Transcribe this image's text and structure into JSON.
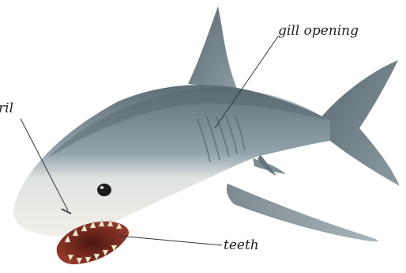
{
  "labels": {
    "gill_opening": "gill opening",
    "nostril": "ril",
    "teeth": "teeth"
  },
  "colors": {
    "background": "#ffffff",
    "body_dark": "#6f7f86",
    "body_mid": "#93a3aa",
    "belly": "#eceae3",
    "mouth": "#7a2d22",
    "teeth": "#f1ead6",
    "leader_line": "#333333"
  },
  "icons": [
    "great-white-shark-illustration"
  ]
}
